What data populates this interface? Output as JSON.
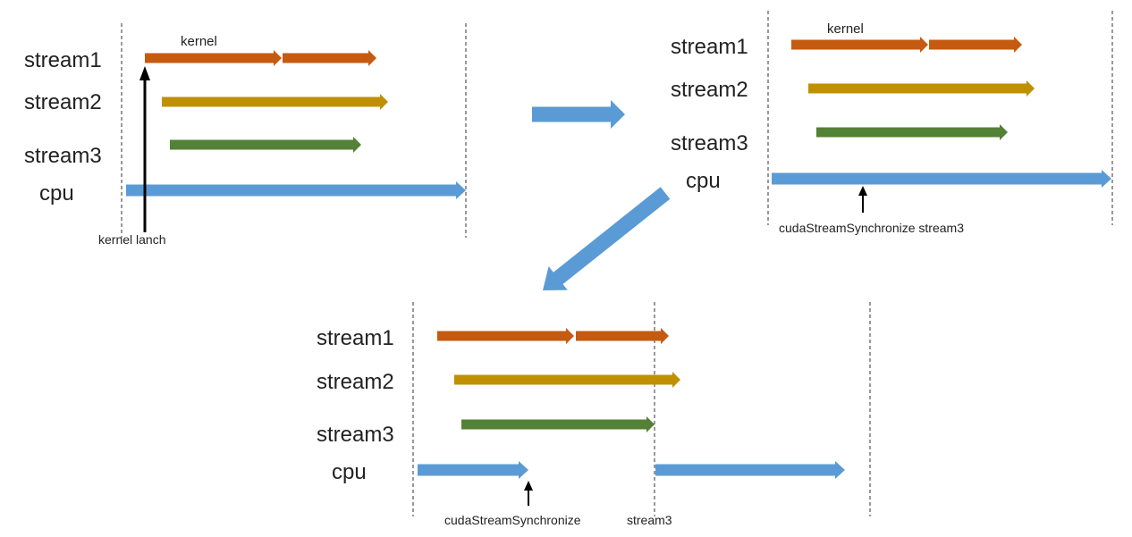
{
  "colors": {
    "stream1": "#c55a11",
    "stream2": "#bf9000",
    "stream3": "#538135",
    "cpu": "#5b9bd5",
    "flow": "#5b9bd5",
    "annotation": "#000000"
  },
  "panel1": {
    "labels": {
      "stream1": "stream1",
      "stream2": "stream2",
      "stream3": "stream3",
      "cpu": "cpu"
    },
    "kernel_label": "kernel",
    "event_label": "kernel  lanch"
  },
  "panel2": {
    "labels": {
      "stream1": "stream1",
      "stream2": "stream2",
      "stream3": "stream3",
      "cpu": "cpu"
    },
    "kernel_label": "kernel",
    "event_label": "cudaStreamSynchronize stream3"
  },
  "panel3": {
    "labels": {
      "stream1": "stream1",
      "stream2": "stream2",
      "stream3": "stream3",
      "cpu": "cpu"
    },
    "event_label_a": "cudaStreamSynchronize",
    "event_label_b": "stream3"
  }
}
